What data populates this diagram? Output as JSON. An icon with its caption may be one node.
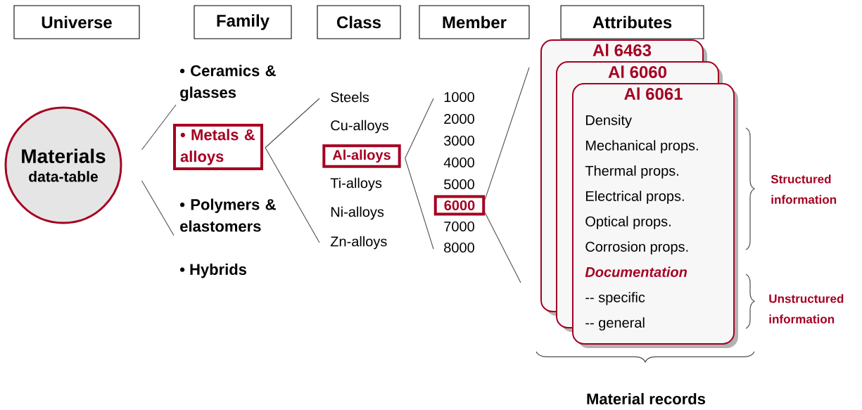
{
  "diagram": {
    "nodes": [
      {
        "text": [
          "Universe"
        ]
      },
      {
        "text": [
          "Family"
        ]
      },
      {
        "text": [
          "Class"
        ]
      },
      {
        "text": [
          "Member"
        ]
      },
      {
        "text": [
          "Attributes"
        ]
      },
      {
        "text": [
          "Materials",
          "data-table"
        ]
      },
      {
        "text": [
          "• Ceramics & glasses"
        ]
      },
      {
        "text": [
          "• Metals & alloys"
        ]
      },
      {
        "text": [
          "• Polymers & elastomers"
        ]
      },
      {
        "text": [
          "Steels"
        ]
      },
      {
        "text": [
          "Al-alloys"
        ]
      },
      {
        "text": [
          "Zn-alloys"
        ]
      },
      {
        "text": [
          "1000"
        ]
      },
      {
        "text": [
          "6000"
        ]
      },
      {
        "text": [
          "8000"
        ]
      },
      {
        "text": [
          "Al 6463"
        ]
      },
      {
        "text": [
          "Al 6060"
        ]
      },
      {
        "text": [
          "Al 6061",
          "Density",
          "Mechanical props.",
          "Thermal props.",
          "Electrical props.",
          "Optical props.",
          "Corrosion props.",
          "Documentation",
          "-- specific",
          "-- general"
        ]
      }
    ],
    "edges": [
      {
        "from": 5,
        "to": 6,
        "arrow": "none"
      },
      {
        "from": 5,
        "to": 8,
        "arrow": "none"
      },
      {
        "from": 7,
        "to": 9,
        "arrow": "none"
      },
      {
        "from": 7,
        "to": 11,
        "arrow": "none"
      },
      {
        "from": 10,
        "to": 12,
        "arrow": "none"
      },
      {
        "from": 10,
        "to": 14,
        "arrow": "none"
      },
      {
        "from": 13,
        "to": 15,
        "arrow": "none"
      },
      {
        "from": 13,
        "to": null,
        "arrow": "none"
      }
    ],
    "labels": [
      "• Hybrids",
      "Cu-alloys",
      "Ti-alloys",
      "Ni-alloys",
      "2000",
      "3000",
      "4000",
      "5000",
      "7000",
      "Structured information",
      "Unstructured information",
      "Material records"
    ]
  }
}
